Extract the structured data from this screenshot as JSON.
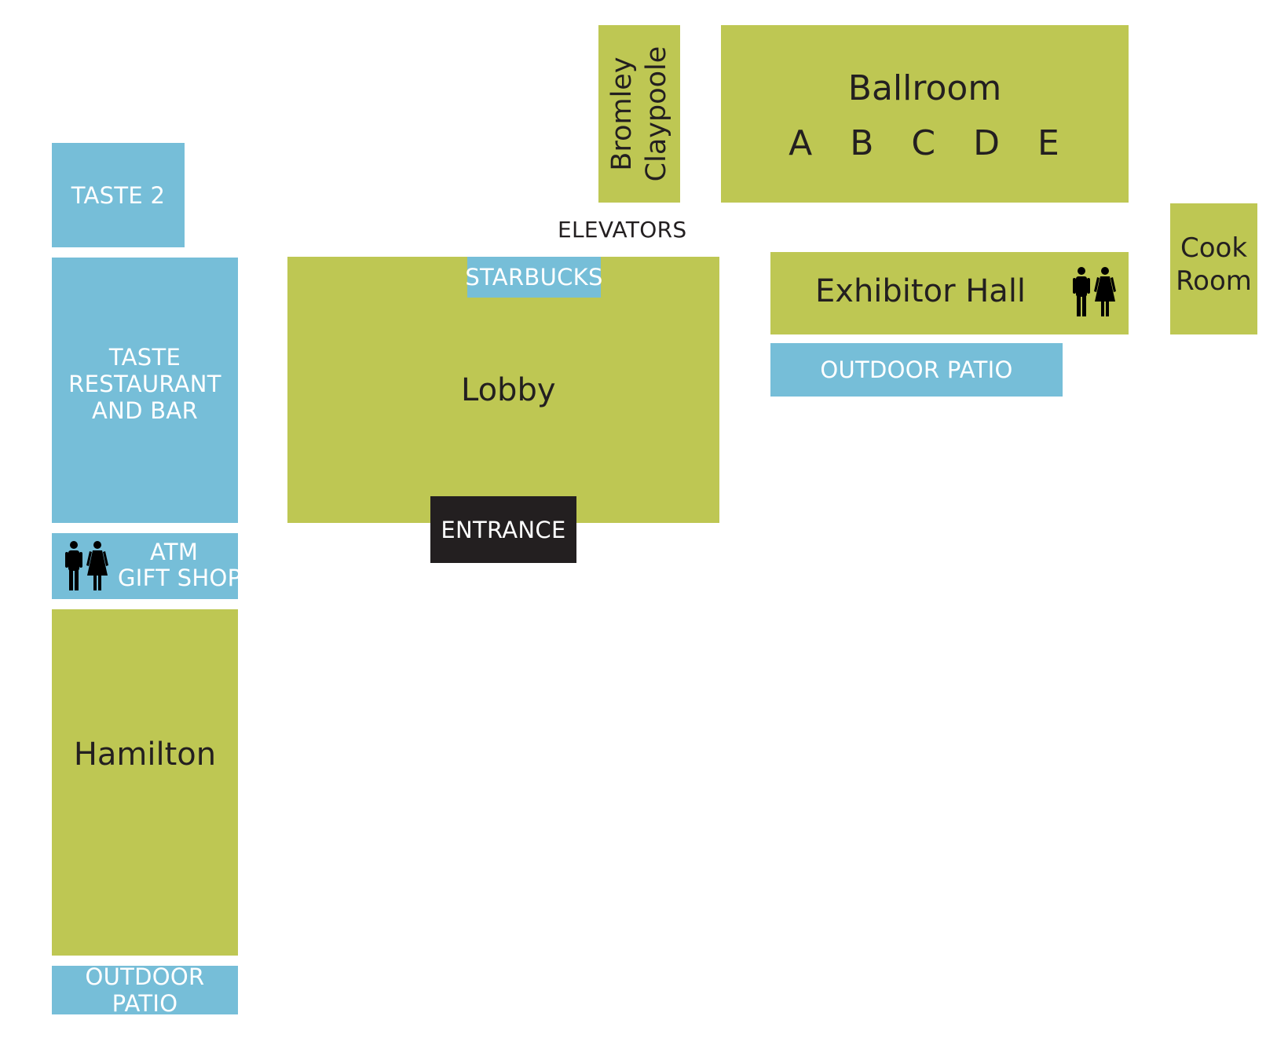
{
  "map": {
    "ballroom": {
      "name": "Ballroom",
      "sections": "A B C D E"
    },
    "bromley": "Bromley",
    "claypoole": "Claypoole",
    "elevators": "ELEVATORS",
    "starbucks": "STARBUCKS",
    "lobby": "Lobby",
    "entrance": "ENTRANCE",
    "exhibitor_hall": "Exhibitor Hall",
    "cook_room": {
      "line1": "Cook",
      "line2": "Room"
    },
    "outdoor_patio_right": "OUTDOOR PATIO",
    "taste2": "TASTE 2",
    "taste_restaurant": {
      "line1": "TASTE",
      "line2": "RESTAURANT",
      "line3": "AND BAR"
    },
    "atm": "ATM",
    "gift_shop": "GIFT SHOP",
    "hamilton": "Hamilton",
    "outdoor_patio_left": "OUTDOOR PATIO"
  },
  "colors": {
    "meeting_room": "#bec753",
    "amenity": "#76bed8",
    "entrance": "#231f20",
    "text_dark": "#231f20",
    "text_light": "#ffffff"
  },
  "icons": [
    "restroom-icon"
  ]
}
